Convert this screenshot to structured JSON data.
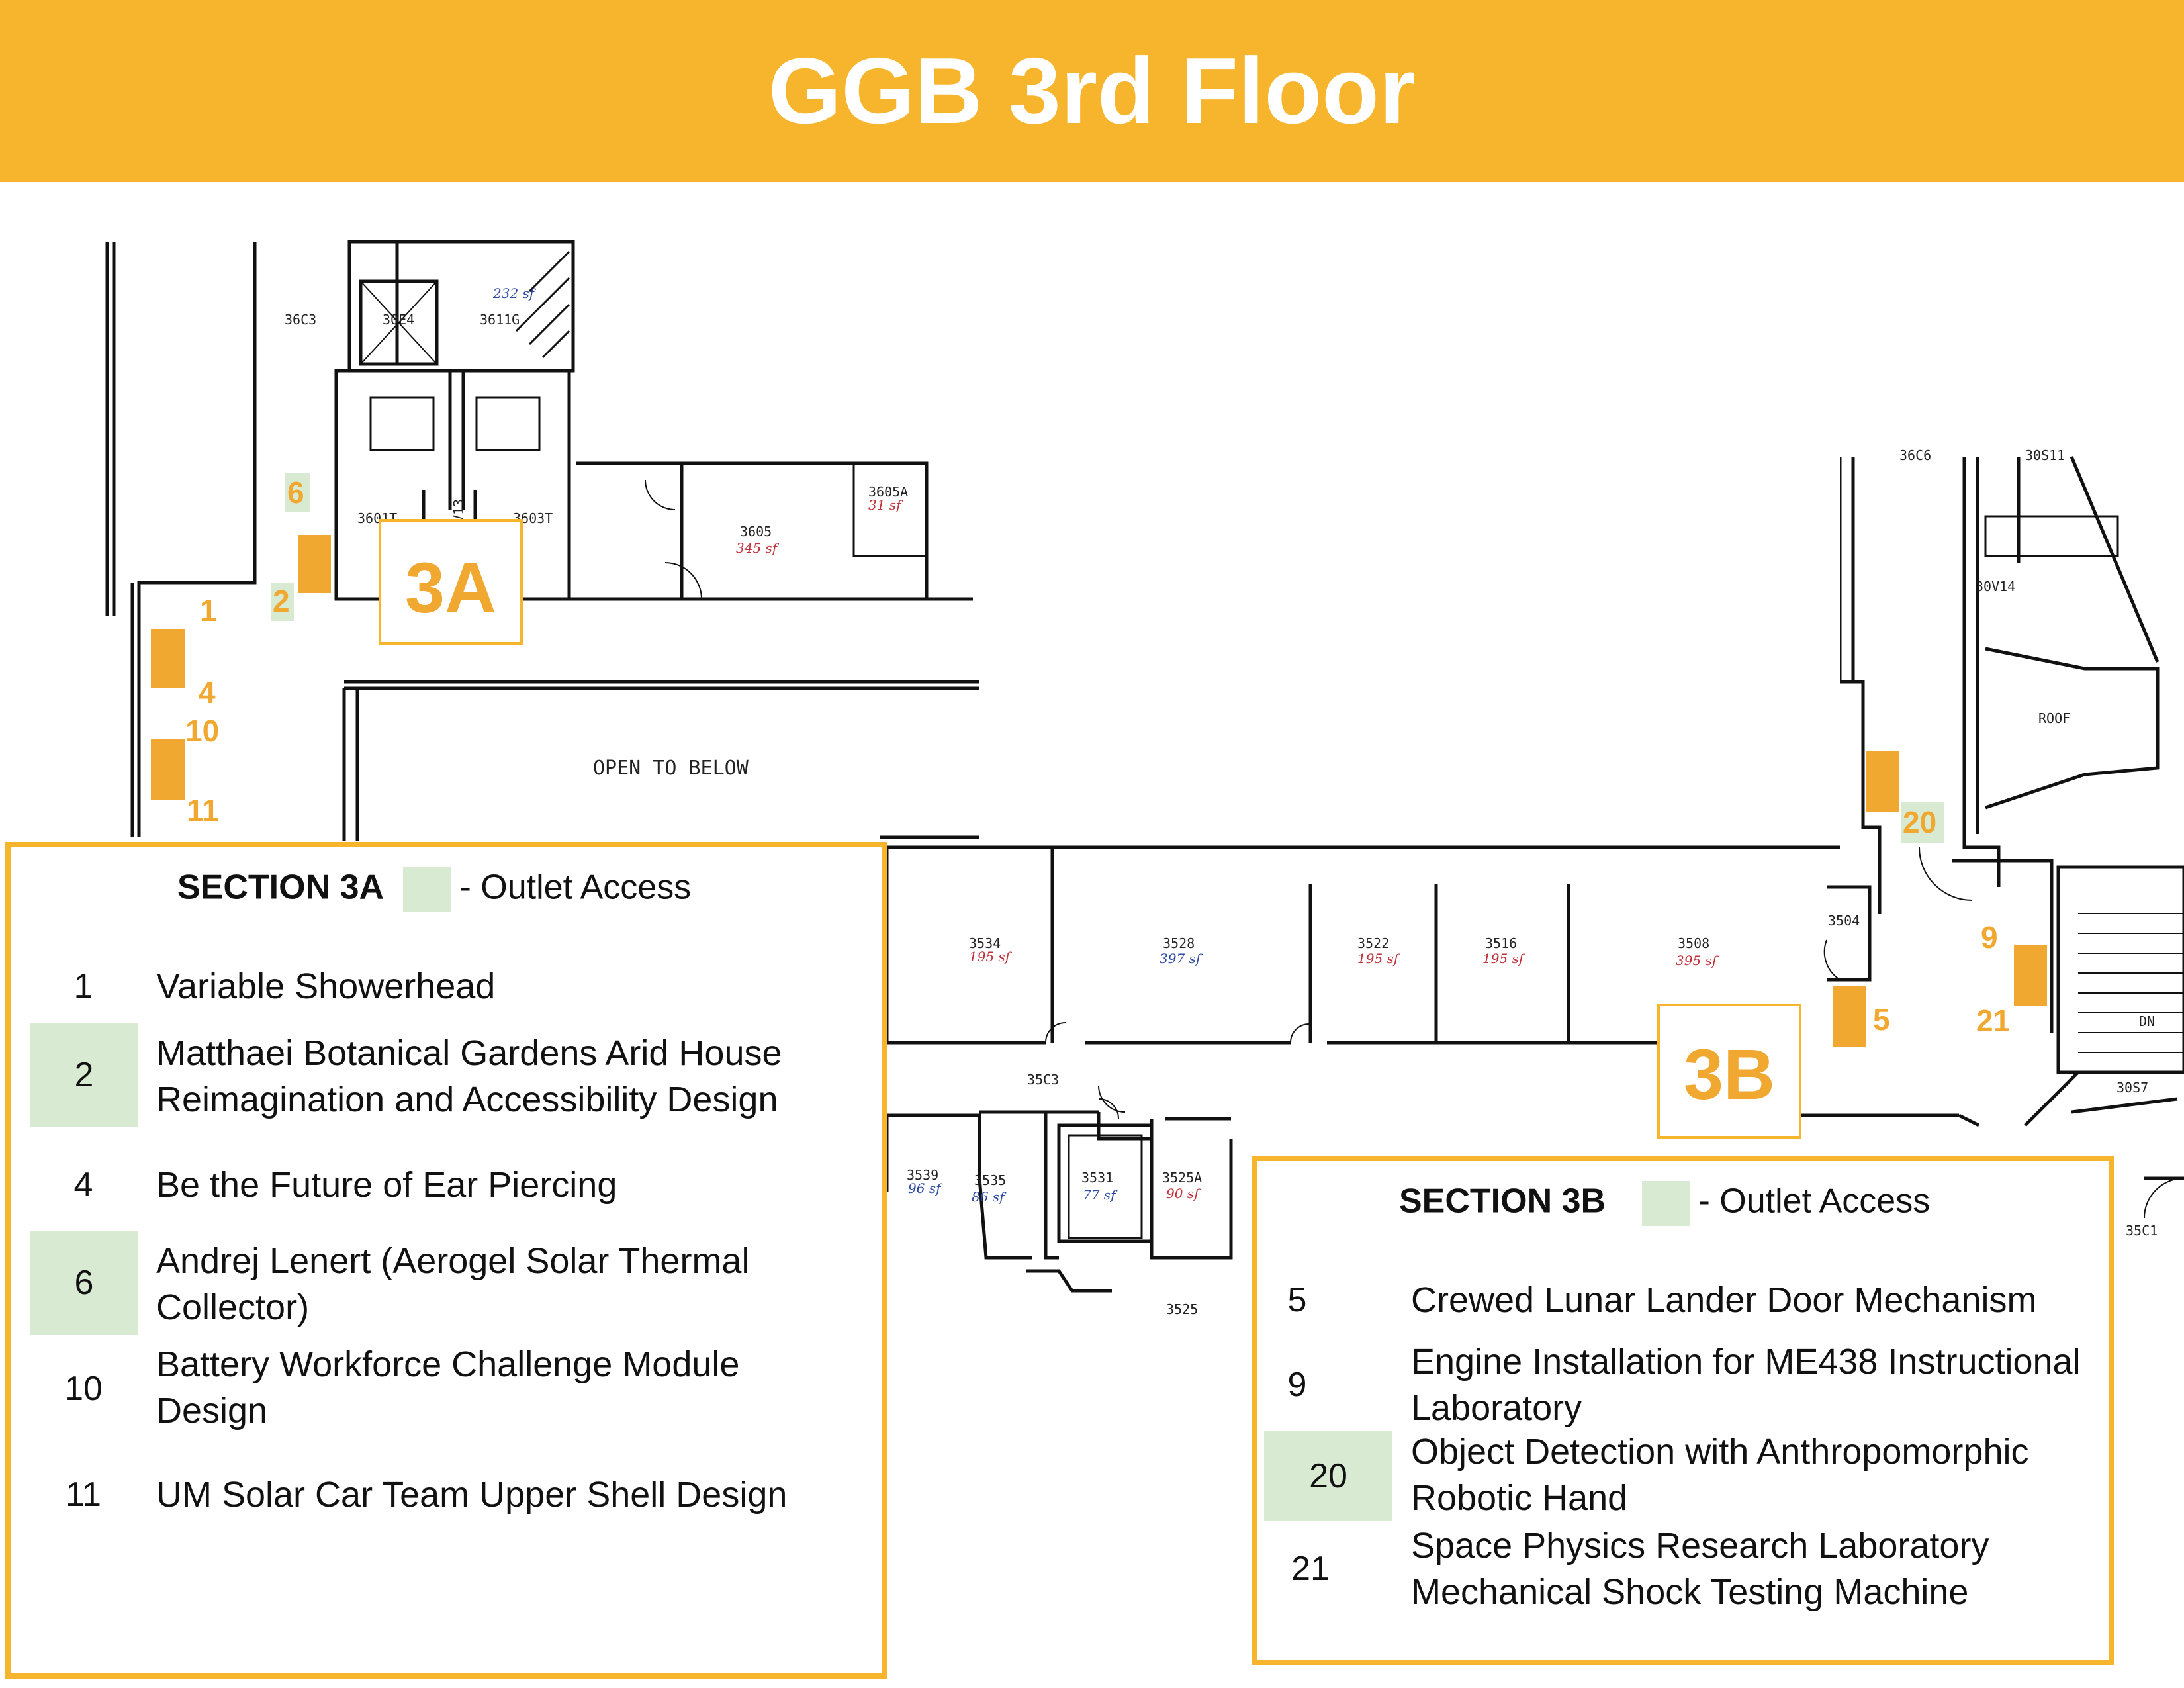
{
  "title": "GGB 3rd Floor",
  "colors": {
    "header": "#f7b52e",
    "marker": "#f0a830",
    "outlet": "#d9ead3"
  },
  "map": {
    "open_to_below": "OPEN TO BELOW",
    "roof": "ROOF",
    "down": "DN",
    "rooms": [
      {
        "id": "36C3"
      },
      {
        "id": "30E4"
      },
      {
        "id": "3611G",
        "sf": "232 sf"
      },
      {
        "id": "3601T"
      },
      {
        "id": "3603T"
      },
      {
        "id": "V13"
      },
      {
        "id": "3605",
        "sf": "345 sf"
      },
      {
        "id": "3605A",
        "sf": "31 sf"
      },
      {
        "id": "36C6"
      },
      {
        "id": "30S11"
      },
      {
        "id": "30V14"
      },
      {
        "id": "3534",
        "sf": "195 sf"
      },
      {
        "id": "3528",
        "sf": "397 sf"
      },
      {
        "id": "3522",
        "sf": "195 sf"
      },
      {
        "id": "3516",
        "sf": "195 sf"
      },
      {
        "id": "3508",
        "sf": "395 sf"
      },
      {
        "id": "3504"
      },
      {
        "id": "35C3"
      },
      {
        "id": "3539",
        "sf": "96 sf"
      },
      {
        "id": "3535",
        "sf": "86 sf"
      },
      {
        "id": "3531",
        "sf": "77 sf"
      },
      {
        "id": "3525A",
        "sf": "90 sf"
      },
      {
        "id": "3525"
      },
      {
        "id": "30S7"
      },
      {
        "id": "35C1"
      }
    ],
    "sections": [
      "3A",
      "3B"
    ],
    "markers": [
      "6",
      "2",
      "1",
      "4",
      "10",
      "11",
      "20",
      "9",
      "21",
      "5"
    ]
  },
  "legend_3a": {
    "section": "SECTION 3A",
    "outlet_label": "- Outlet Access",
    "items": [
      {
        "num": "1",
        "text": "Variable Showerhead",
        "outlet": false
      },
      {
        "num": "2",
        "text": "Matthaei Botanical Gardens Arid House Reimagination and Accessibility Design",
        "outlet": true
      },
      {
        "num": "4",
        "text": "Be the Future of Ear Piercing",
        "outlet": false
      },
      {
        "num": "6",
        "text": "Andrej Lenert (Aerogel Solar Thermal Collector)",
        "outlet": true
      },
      {
        "num": "10",
        "text": "Battery Workforce Challenge Module Design",
        "outlet": false
      },
      {
        "num": "11",
        "text": "UM Solar Car Team Upper Shell Design",
        "outlet": false
      }
    ]
  },
  "legend_3b": {
    "section": "SECTION 3B",
    "outlet_label": "- Outlet Access",
    "items": [
      {
        "num": "5",
        "text": "Crewed Lunar Lander Door Mechanism",
        "outlet": false
      },
      {
        "num": "9",
        "text": "Engine Installation for ME438 Instructional Laboratory",
        "outlet": false
      },
      {
        "num": "20",
        "text": "Object Detection with Anthropomorphic Robotic Hand",
        "outlet": true
      },
      {
        "num": "21",
        "text": "Space Physics Research Laboratory Mechanical Shock Testing Machine",
        "outlet": false
      }
    ]
  }
}
